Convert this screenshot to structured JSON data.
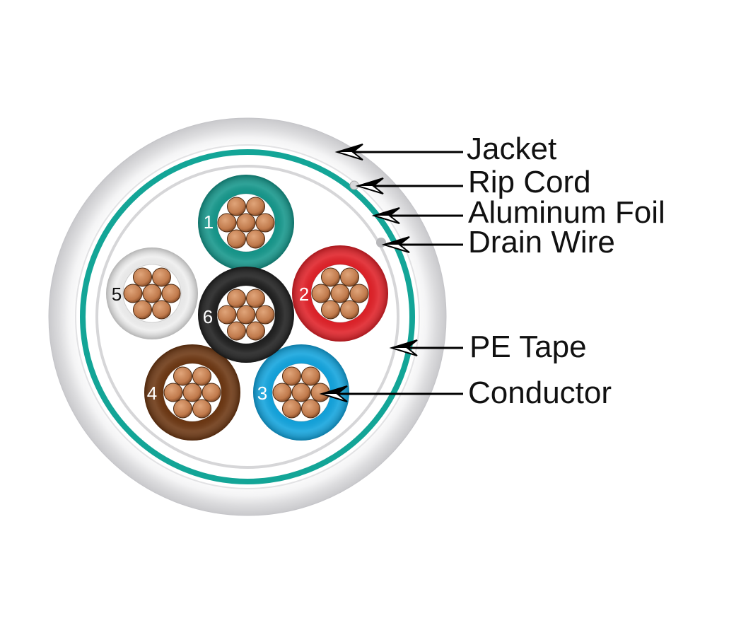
{
  "labels": {
    "jacket": "Jacket",
    "rip_cord": "Rip Cord",
    "aluminum_foil": "Aluminum Foil",
    "drain_wire": "Drain Wire",
    "pe_tape": "PE Tape",
    "conductor": "Conductor"
  },
  "pairs": [
    {
      "number": "1",
      "color": "#13968a",
      "number_color": "#ffffff"
    },
    {
      "number": "2",
      "color": "#e01f26",
      "number_color": "#ffffff"
    },
    {
      "number": "3",
      "color": "#10a3dd",
      "number_color": "#ffffff"
    },
    {
      "number": "4",
      "color": "#6b3510",
      "number_color": "#ffffff"
    },
    {
      "number": "5",
      "color": "#eeeeee",
      "number_color": "#111111"
    },
    {
      "number": "6",
      "color": "#1d1d1d",
      "number_color": "#ffffff"
    }
  ],
  "colors": {
    "pe_tape": "#13a597",
    "strand": "#c07a4c",
    "jacket": "#e6e6e8"
  }
}
